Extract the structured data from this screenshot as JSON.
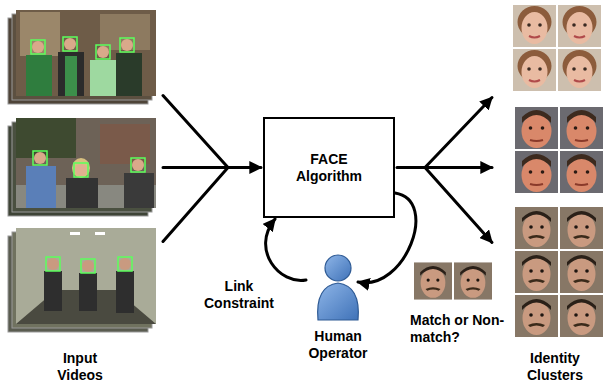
{
  "diagram": {
    "nodes": [
      {
        "text": [
          "Input Videos"
        ]
      },
      {
        "text": [
          "FACE Algorithm"
        ]
      },
      {
        "text": [
          "Human Operator"
        ]
      },
      {
        "text": [
          "Identity Clusters"
        ]
      }
    ],
    "edges": [
      {
        "from": 0,
        "to": 1,
        "arrow": "to"
      },
      {
        "from": 1,
        "to": 3,
        "arrow": "to"
      },
      {
        "from": 1,
        "to": 2,
        "arrow": "to",
        "label": "Match or Non-match?"
      },
      {
        "from": 2,
        "to": 1,
        "arrow": "to",
        "label": "Link Constraint"
      }
    ]
  }
}
